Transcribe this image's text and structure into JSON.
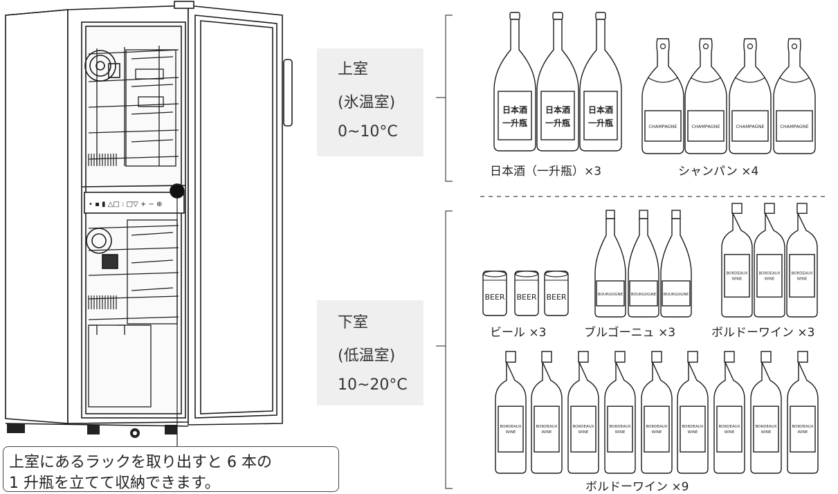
{
  "zones": {
    "upper": {
      "name": "上室",
      "sub": "(氷温室)",
      "range": "0~10°C"
    },
    "lower": {
      "name": "下室",
      "sub": "(低温室)",
      "range": "10~20°C"
    }
  },
  "bottle_labels": {
    "sake": [
      "日本酒",
      "一升瓶"
    ],
    "champagne": "CHAMPAGNE",
    "beer": "BEER",
    "bourgogne": "BOURGOGNE",
    "bordeaux": [
      "BORDEAUX",
      "WINE"
    ]
  },
  "captions": {
    "sake": "日本酒（一升瓶）×3",
    "champagne": "シャンパン ×4",
    "beer": "ビール ×3",
    "bourgogne": "ブルゴーニュ ×3",
    "bordeaux_upper": "ボルドーワイン ×3",
    "bordeaux_lower": "ボルドーワイン ×9"
  },
  "panel_icons": "• ▪ ▮ △□ : □▽ + − ⊕",
  "note": {
    "line1": "上室にあるラックを取り出すと 6 本の",
    "line2": "1 升瓶を立てて収納できます。"
  }
}
